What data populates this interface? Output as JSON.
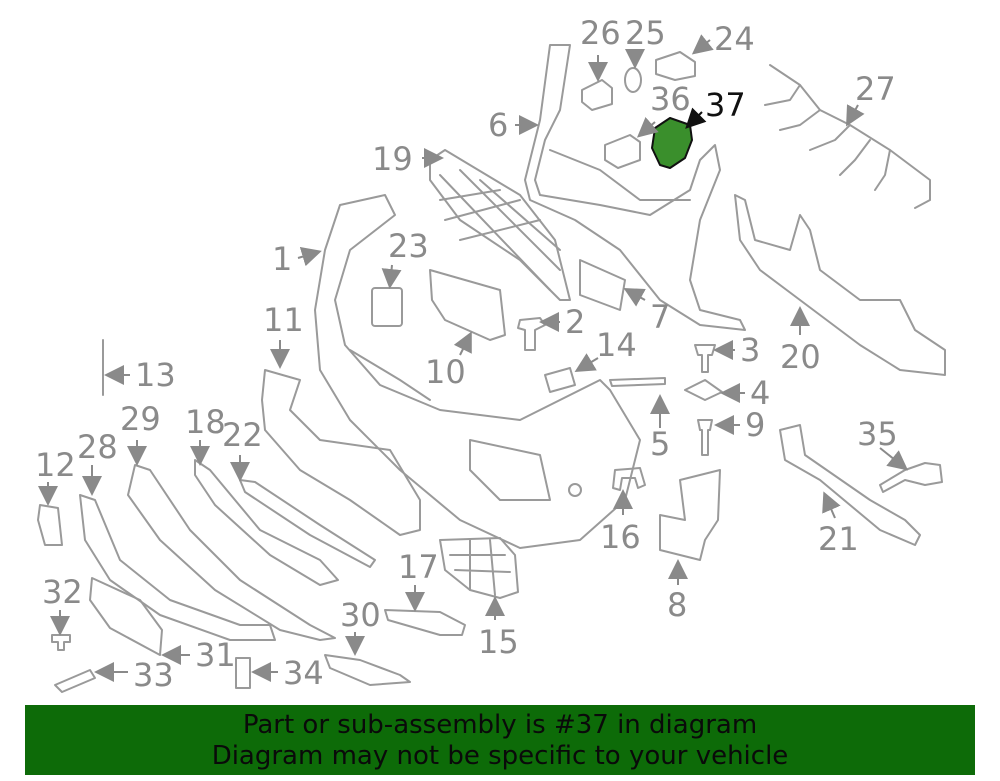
{
  "highlight": {
    "part_number": "37",
    "color": "#3a8f2c"
  },
  "callouts": [
    "1",
    "2",
    "3",
    "4",
    "5",
    "6",
    "7",
    "8",
    "9",
    "10",
    "11",
    "12",
    "13",
    "14",
    "15",
    "16",
    "17",
    "18",
    "19",
    "20",
    "21",
    "22",
    "23",
    "24",
    "25",
    "26",
    "27",
    "28",
    "29",
    "30",
    "31",
    "32",
    "33",
    "34",
    "35",
    "36",
    "37"
  ],
  "banner": {
    "line1": "Part or sub-assembly is #37 in diagram",
    "line2": "Diagram may not be specific to your vehicle",
    "background": "#0d6b08"
  }
}
